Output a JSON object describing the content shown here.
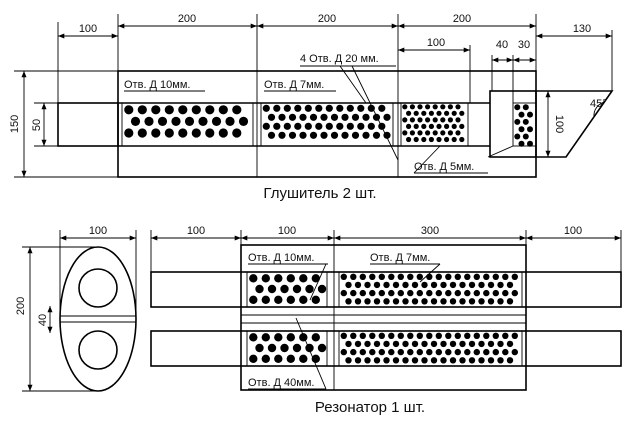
{
  "muffler": {
    "caption": "Глушитель 2 шт.",
    "dims": {
      "d100_left": "100",
      "d200_a": "200",
      "d200_b": "200",
      "d200_c": "200",
      "d100_mid": "100",
      "d40": "40",
      "d30": "30",
      "d130": "130",
      "d150": "150",
      "d50": "50",
      "d100_right": "100",
      "angle": "45°"
    },
    "labels": {
      "holes_10": "Отв. Д 10мм.",
      "holes_7": "Отв. Д 7мм.",
      "holes_20": "4 Отв. Д 20 мм.",
      "holes_5": "Отв. Д 5мм."
    }
  },
  "resonator": {
    "caption": "Резонатор 1 шт.",
    "dims": {
      "d100_oval": "100",
      "d100_a": "100",
      "d100_b": "100",
      "d300": "300",
      "d100_c": "100",
      "d200": "200",
      "d40": "40"
    },
    "labels": {
      "holes_10": "Отв. Д 10мм.",
      "holes_7": "Отв. Д 7мм.",
      "holes_40": "Отв. Д 40мм."
    }
  }
}
